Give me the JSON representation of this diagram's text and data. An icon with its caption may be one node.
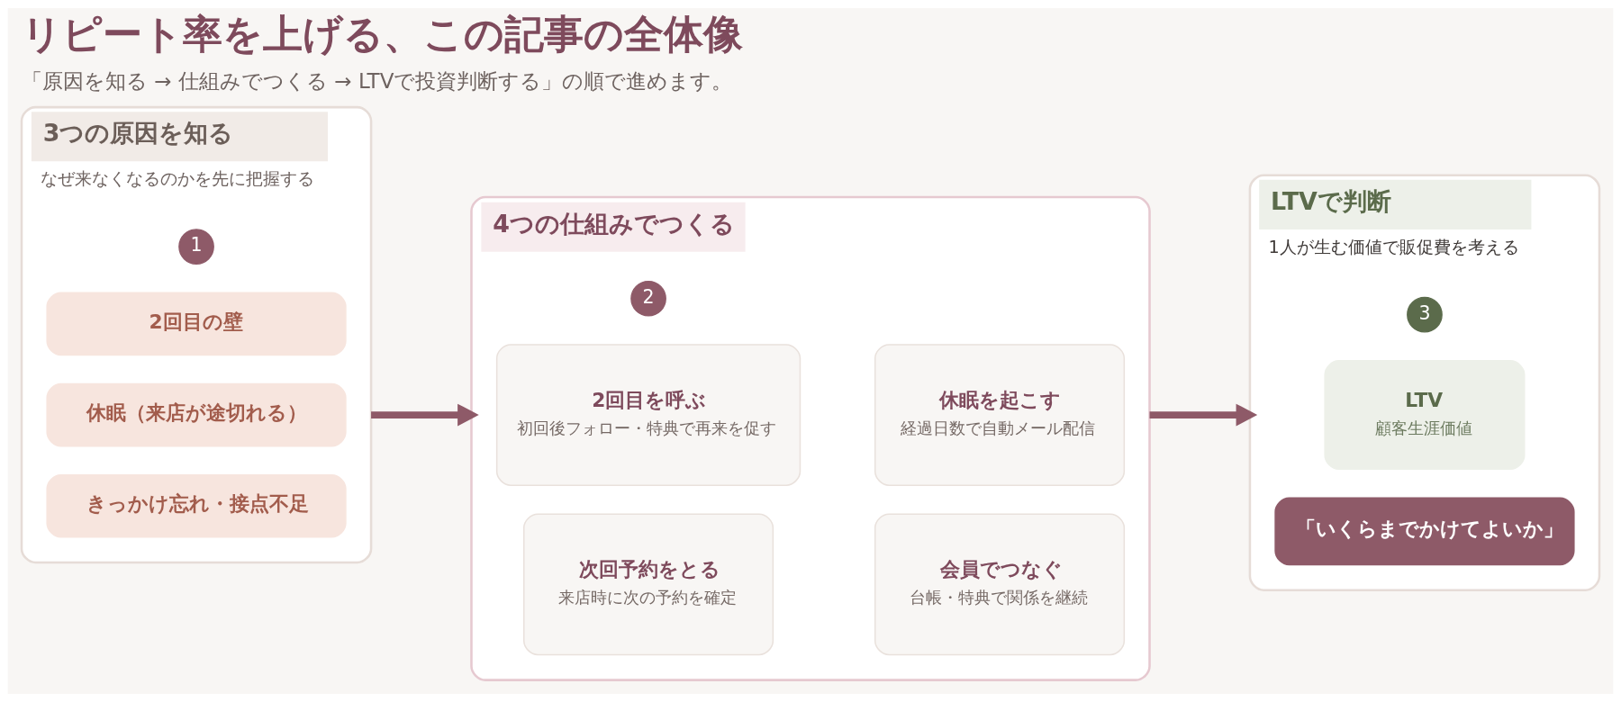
{
  "diagram": {
    "title": "リピート率を上げる、この記事の全体像",
    "caption": "「原因を知る → 仕組みでつくる → LTVで投資判断する」の順で進めます。",
    "nodes": [
      {
        "text": [
          "3つの原因を知る",
          "なぜ来なくなるのかを先に把握する"
        ]
      },
      {
        "text": [
          "1"
        ],
        "in": 0
      },
      {
        "text": [
          "2回目の壁"
        ],
        "in": 0
      },
      {
        "text": [
          "休眠（来店が途切れる）"
        ],
        "in": 0
      },
      {
        "text": [
          "きっかけ忘れ・接点不足"
        ],
        "in": 0
      },
      {
        "text": [
          "4つの仕組みでつくる"
        ]
      },
      {
        "text": [
          "2"
        ],
        "in": 5
      },
      {
        "text": [
          "2回目を呼ぶ",
          "初回後フォロー・特典で再来を促す"
        ],
        "in": 5
      },
      {
        "text": [
          "休眠を起こす",
          "経過日数で自動メール配信"
        ],
        "in": 5
      },
      {
        "text": [
          "次回予約をとる",
          "来店時に次の予約を確定"
        ],
        "in": 5
      },
      {
        "text": [
          "会員でつなぐ",
          "台帳・特典で関係を継続"
        ],
        "in": 5
      },
      {
        "text": [
          "LTVで判断",
          "1人が生む価値で販促費を考える"
        ]
      },
      {
        "text": [
          "3"
        ],
        "in": 11
      },
      {
        "text": [
          "LTV",
          "顧客生涯価値"
        ],
        "in": 11
      },
      {
        "text": [
          "「いくらまでかけてよいか」"
        ],
        "in": 11
      }
    ],
    "edges": [
      {
        "from": 0,
        "to": 5,
        "arrow": "to"
      },
      {
        "from": 5,
        "to": 11,
        "arrow": "to"
      }
    ]
  }
}
